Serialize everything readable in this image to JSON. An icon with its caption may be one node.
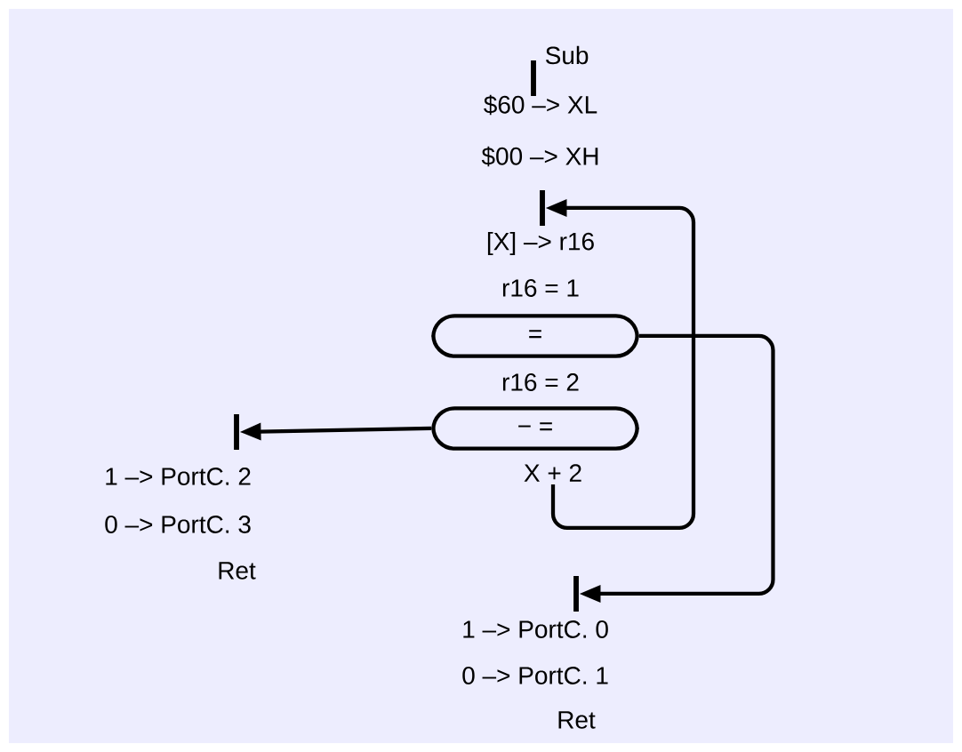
{
  "diagram": {
    "nodes": [
      {
        "text": [],
        "shape": "bar",
        "beside": [
          "Sub"
        ]
      },
      {
        "text": [],
        "shape": "bar"
      },
      {
        "text": [
          "="
        ]
      },
      {
        "text": [],
        "shape": "bar"
      },
      {
        "text": [
          "− ="
        ]
      },
      {
        "text": [
          "X + 2"
        ]
      },
      {
        "text": [],
        "shape": "bar"
      }
    ],
    "edges": [
      {
        "from": 5,
        "to": 1,
        "arrow": "to"
      },
      {
        "from": 2,
        "to": 6,
        "arrow": "to"
      },
      {
        "from": 4,
        "to": 3,
        "arrow": "to"
      }
    ],
    "labels": [
      "$60 –> XL",
      "$00 –> XH",
      "[X] –> r16",
      "r16 = 1",
      "r16 = 2",
      "1 –> PortC. 2",
      "0 –> PortC. 3",
      "Ret",
      "1 –> PortC. 0",
      "0 –> PortC. 1",
      "Ret"
    ]
  }
}
